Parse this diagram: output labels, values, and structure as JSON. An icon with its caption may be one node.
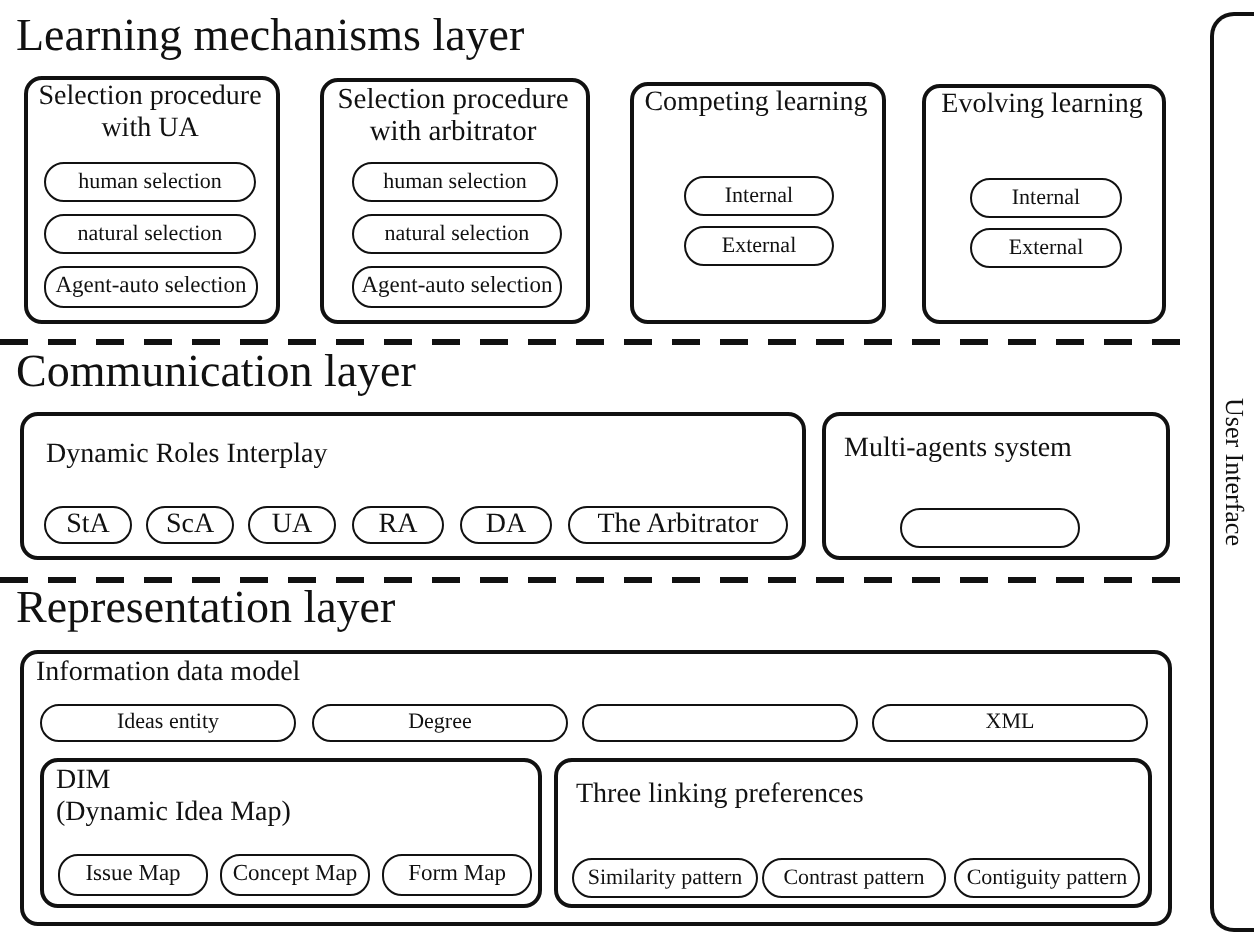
{
  "diagram": {
    "nodes": [
      {
        "text": [
          "Selection procedure with UA"
        ]
      },
      {
        "text": [
          "human selection"
        ],
        "in": 0
      },
      {
        "text": [
          "natural selection"
        ],
        "in": 0
      },
      {
        "text": [
          "Agent-auto selection"
        ],
        "in": 0
      },
      {
        "text": [
          "Selection procedure with arbitrator"
        ]
      },
      {
        "text": [
          "human selection"
        ],
        "in": 4
      },
      {
        "text": [
          "natural selection"
        ],
        "in": 4
      },
      {
        "text": [
          "Agent-auto selection"
        ],
        "in": 4
      },
      {
        "text": [
          "Competing learning"
        ]
      },
      {
        "text": [
          "Internal"
        ],
        "in": 8
      },
      {
        "text": [
          "External"
        ],
        "in": 8
      },
      {
        "text": [
          "Evolving learning"
        ]
      },
      {
        "text": [
          "Internal"
        ],
        "in": 11
      },
      {
        "text": [
          "External"
        ],
        "in": 11
      },
      {
        "text": [
          "Dynamic Roles Interplay"
        ]
      },
      {
        "text": [
          "StA"
        ],
        "in": 14
      },
      {
        "text": [
          "ScA"
        ],
        "in": 14
      },
      {
        "text": [
          "UA"
        ],
        "in": 14
      },
      {
        "text": [
          "RA"
        ],
        "in": 14
      },
      {
        "text": [
          "DA"
        ],
        "in": 14
      },
      {
        "text": [
          "The Arbitrator"
        ],
        "in": 14
      },
      {
        "text": [
          "Multi-agents system"
        ]
      },
      {
        "text": [],
        "shape": "box",
        "in": 21
      },
      {
        "text": [
          "Information data model"
        ]
      },
      {
        "text": [
          "Ideas entity"
        ],
        "in": 23
      },
      {
        "text": [
          "Degree"
        ],
        "in": 23
      },
      {
        "text": [],
        "shape": "box",
        "in": 23
      },
      {
        "text": [
          "XML"
        ],
        "in": 23
      },
      {
        "text": [
          "DIM",
          "(Dynamic Idea Map)"
        ],
        "in": 23
      },
      {
        "text": [
          "Issue Map"
        ],
        "in": 28
      },
      {
        "text": [
          "Concept Map"
        ],
        "in": 28
      },
      {
        "text": [
          "Form Map"
        ],
        "in": 28
      },
      {
        "text": [
          "Three linking preferences"
        ],
        "in": 23
      },
      {
        "text": [
          "Similarity pattern"
        ],
        "in": 32
      },
      {
        "text": [
          "Contrast pattern"
        ],
        "in": 32
      },
      {
        "text": [
          "Contiguity pattern"
        ],
        "in": 32
      },
      {
        "text": [
          "User Interface"
        ]
      }
    ],
    "labels": [
      "Learning mechanisms layer",
      "Communication layer",
      "Representation layer"
    ]
  }
}
